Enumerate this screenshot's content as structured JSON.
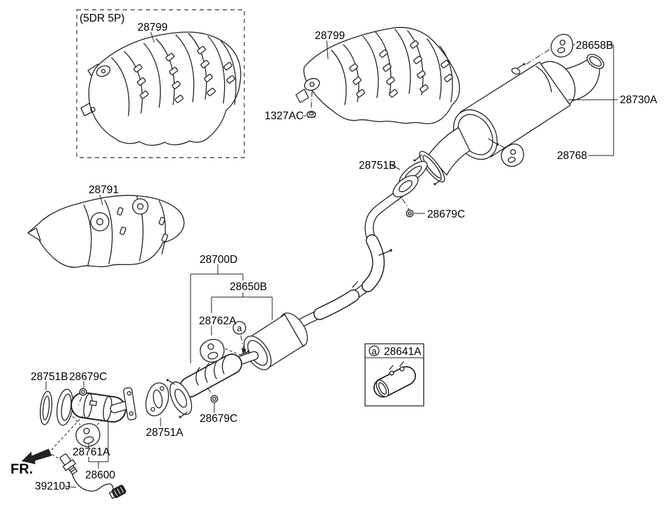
{
  "figure": {
    "background": "#ffffff",
    "line_color": "#222222"
  },
  "notes": {
    "variant": "(5DR 5P)",
    "front": "FR.",
    "ref_letter": "a"
  },
  "parts": {
    "heat_shield_5dr": "28799",
    "heat_shield_center": "28799",
    "heat_shield_bolt": "1327AC",
    "rear_hanger_upper": "28658B",
    "rear_muffler": "28730A",
    "rear_hanger_lower": "28768",
    "gasket_rear": "28751B",
    "nut_rear": "28679C",
    "heat_shield_front": "28791",
    "exhaust_assembly": "28700D",
    "center_muffler": "28650B",
    "center_hanger": "28762A",
    "clamp": "28641A",
    "gasket_front": "28751B",
    "nut_front": "28679C",
    "gasket_center": "28751A",
    "nut_center": "28679C",
    "front_hanger": "28761A",
    "front_muffler": "28600",
    "oxygen_sensor": "39210J"
  }
}
